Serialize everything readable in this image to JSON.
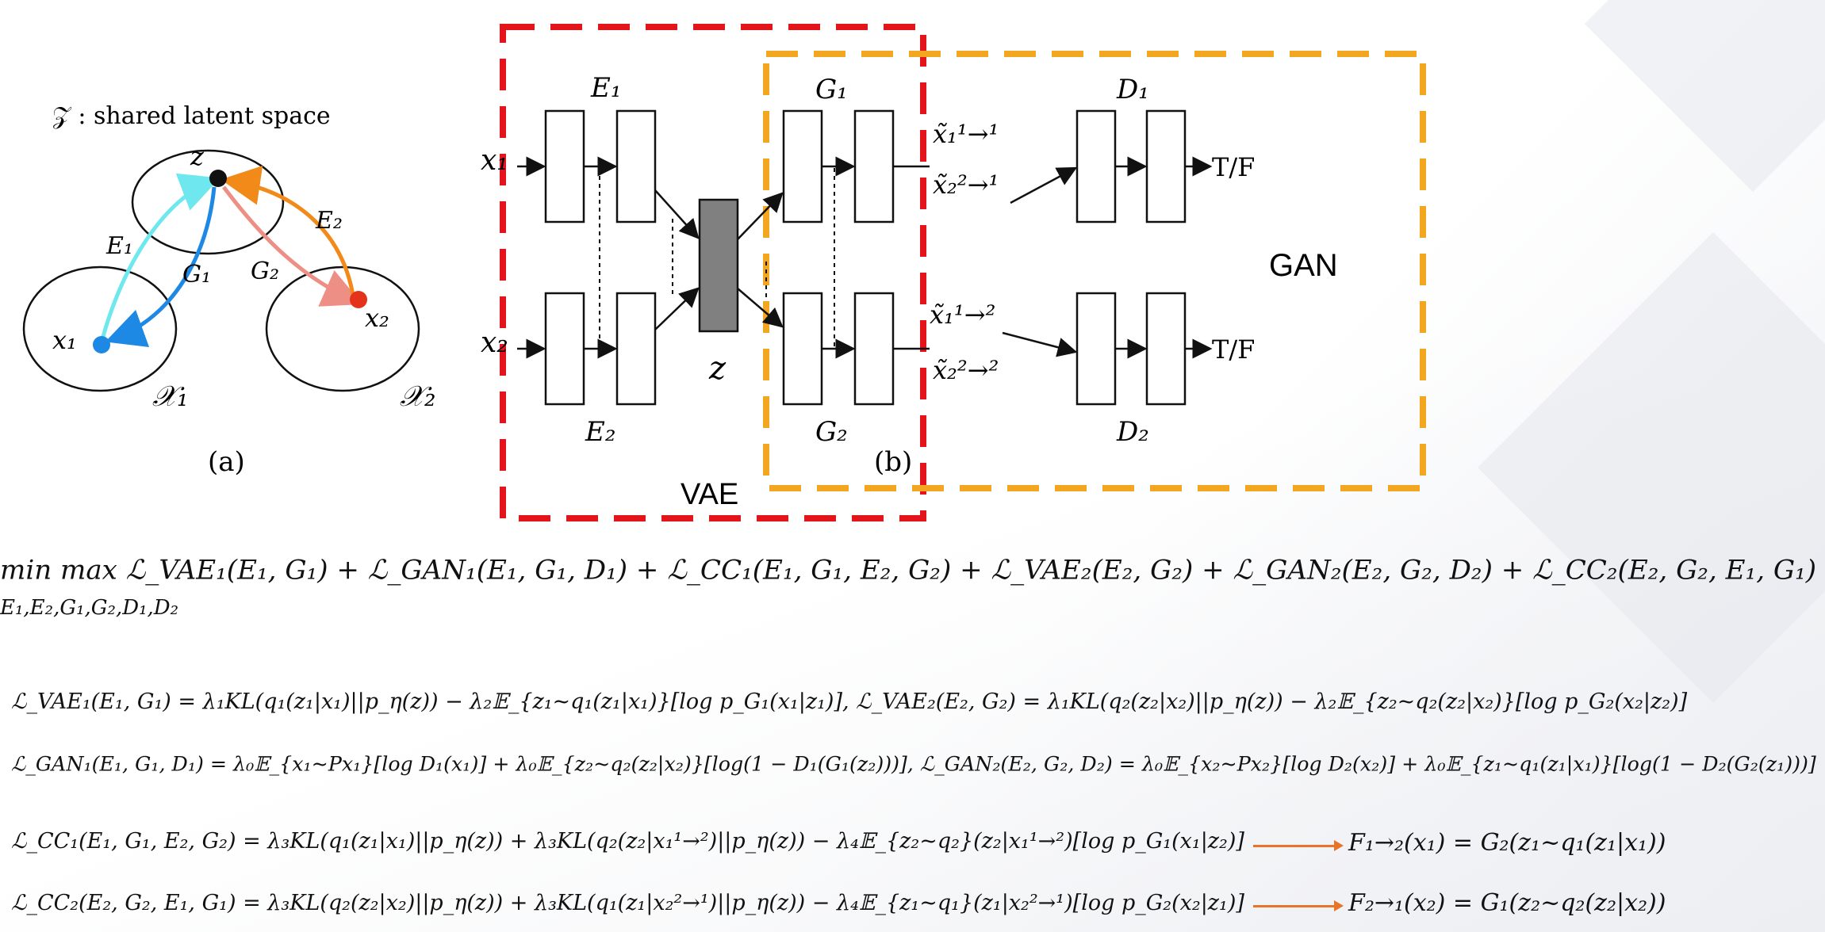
{
  "panel_a": {
    "title": "𝒵 : shared latent space",
    "z_label": "z",
    "x1_label": "x₁",
    "x2_label": "x₂",
    "X1_label": "𝒳₁",
    "X2_label": "𝒳₂",
    "E1": "E₁",
    "G1": "G₁",
    "E2": "E₂",
    "G2": "G₂",
    "caption": "(a)"
  },
  "panel_b": {
    "E1": "E₁",
    "E2": "E₂",
    "G1": "G₁",
    "G2": "G₂",
    "D1": "D₁",
    "D2": "D₂",
    "x1": "x₁",
    "x2": "x₂",
    "z": "z",
    "x11": "x̃₁¹→¹",
    "x21": "x̃₂²→¹",
    "x12": "x̃₁¹→²",
    "x22": "x̃₂²→²",
    "tf1": "T/F",
    "tf2": "T/F",
    "caption": "(b)",
    "vae_label": "VAE",
    "gan_label": "GAN",
    "colors": {
      "vae": "#e3141b",
      "gan": "#f3a61f",
      "cyan": "#6ee8ee",
      "blue": "#1e88e5",
      "salmon": "#ee8f86",
      "orange": "#f28a1a",
      "red_dot": "#e4321b"
    }
  },
  "equations": {
    "objective": "min max  ℒ_VAE₁(E₁, G₁) + ℒ_GAN₁(E₁, G₁, D₁) + ℒ_CC₁(E₁, G₁, E₂, G₂) + ℒ_VAE₂(E₂, G₂) + ℒ_GAN₂(E₂, G₂, D₂) + ℒ_CC₂(E₂, G₂, E₁, G₁)",
    "objective_sub": "E₁,E₂,G₁,G₂,D₁,D₂",
    "vae": "ℒ_VAE₁(E₁, G₁) = λ₁KL(q₁(z₁|x₁)||p_η(z)) − λ₂𝔼_{z₁~q₁(z₁|x₁)}[log p_G₁(x₁|z₁)], ℒ_VAE₂(E₂, G₂) = λ₁KL(q₂(z₂|x₂)||p_η(z)) − λ₂𝔼_{z₂~q₂(z₂|x₂)}[log p_G₂(x₂|z₂)]",
    "gan": "ℒ_GAN₁(E₁, G₁, D₁) = λ₀𝔼_{x₁~Px₁}[log D₁(x₁)] + λ₀𝔼_{z₂~q₂(z₂|x₂)}[log(1 − D₁(G₁(z₂)))], ℒ_GAN₂(E₂, G₂, D₂) = λ₀𝔼_{x₂~Px₂}[log D₂(x₂)] + λ₀𝔼_{z₁~q₁(z₁|x₁)}[log(1 − D₂(G₂(z₁)))]",
    "cc1": "ℒ_CC₁(E₁, G₁, E₂, G₂) = λ₃KL(q₁(z₁|x₁)||p_η(z)) + λ₃KL(q₂(z₂|x₁¹→²)||p_η(z)) − λ₄𝔼_{z₂~q₂}(z₂|x₁¹→²)[log p_G₁(x₁|z₂)]",
    "cc2": "ℒ_CC₂(E₂, G₂, E₁, G₁) = λ₃KL(q₂(z₂|x₂)||p_η(z)) + λ₃KL(q₁(z₁|x₂²→¹)||p_η(z)) − λ₄𝔼_{z₁~q₁}(z₁|x₂²→¹)[log p_G₂(x₂|z₁)]",
    "f12": "F₁→₂(x₁) = G₂(z₁~q₁(z₁|x₁))",
    "f21": "F₂→₁(x₂) = G₁(z₂~q₂(z₂|x₂))"
  }
}
